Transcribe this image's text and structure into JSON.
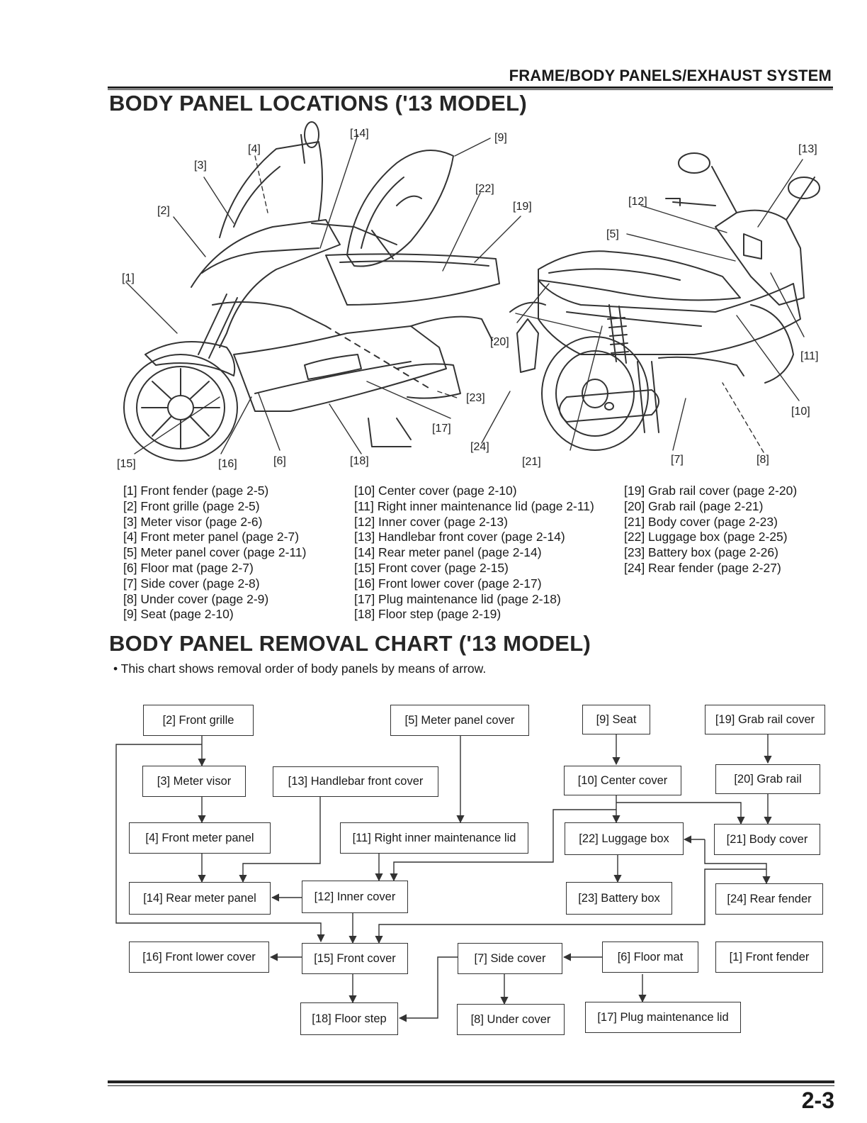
{
  "header": {
    "section": "FRAME/BODY PANELS/EXHAUST SYSTEM"
  },
  "locations": {
    "title": "BODY PANEL LOCATIONS ('13 MODEL)",
    "callouts": [
      "[1]",
      "[2]",
      "[3]",
      "[4]",
      "[5]",
      "[6]",
      "[7]",
      "[8]",
      "[9]",
      "[10]",
      "[11]",
      "[12]",
      "[13]",
      "[14]",
      "[15]",
      "[16]",
      "[17]",
      "[18]",
      "[19]",
      "[20]",
      "[21]",
      "[22]",
      "[23]",
      "[24]"
    ],
    "legend_col1": [
      "[1] Front fender (page 2-5)",
      "[2] Front grille (page 2-5)",
      "[3] Meter visor (page 2-6)",
      "[4] Front meter panel (page 2-7)",
      "[5] Meter panel cover (page 2-11)",
      "[6] Floor mat (page 2-7)",
      "[7] Side cover (page 2-8)",
      "[8] Under cover (page 2-9)",
      "[9] Seat (page 2-10)"
    ],
    "legend_col2": [
      "[10] Center cover (page 2-10)",
      "[11] Right inner maintenance lid (page 2-11)",
      "[12] Inner cover (page 2-13)",
      "[13] Handlebar front cover (page 2-14)",
      "[14] Rear meter panel (page 2-14)",
      "[15] Front cover (page 2-15)",
      "[16] Front lower cover (page 2-17)",
      "[17] Plug maintenance lid (page 2-18)",
      "[18] Floor step (page 2-19)"
    ],
    "legend_col3": [
      "[19] Grab rail cover (page 2-20)",
      "[20] Grab rail (page 2-21)",
      "[21] Body cover (page 2-23)",
      "[22] Luggage box (page 2-25)",
      "[23] Battery box (page 2-26)",
      "[24] Rear fender (page 2-27)"
    ]
  },
  "removal": {
    "title": "BODY PANEL REMOVAL CHART ('13 MODEL)",
    "note": "•  This chart shows removal order of body panels by means of arrow.",
    "boxes": {
      "front_grille": "[2] Front grille",
      "meter_panel_cover": "[5] Meter panel cover",
      "seat": "[9] Seat",
      "grab_rail_cover": "[19] Grab rail cover",
      "meter_visor": "[3] Meter visor",
      "handlebar_front_cover": "[13] Handlebar front cover",
      "center_cover": "[10] Center cover",
      "grab_rail": "[20] Grab rail",
      "front_meter_panel": "[4] Front meter panel",
      "right_inner_lid": "[11] Right inner maintenance lid",
      "luggage_box": "[22] Luggage box",
      "body_cover": "[21] Body cover",
      "rear_meter_panel": "[14] Rear meter panel",
      "inner_cover": "[12] Inner cover",
      "battery_box": "[23] Battery box",
      "rear_fender": "[24] Rear fender",
      "front_lower_cover": "[16] Front lower cover",
      "front_cover": "[15] Front cover",
      "side_cover": "[7] Side cover",
      "floor_mat": "[6] Floor mat",
      "front_fender": "[1] Front fender",
      "floor_step": "[18] Floor step",
      "under_cover": "[8] Under cover",
      "plug_lid": "[17] Plug maintenance lid"
    }
  },
  "footer": {
    "page_number": "2-3"
  }
}
